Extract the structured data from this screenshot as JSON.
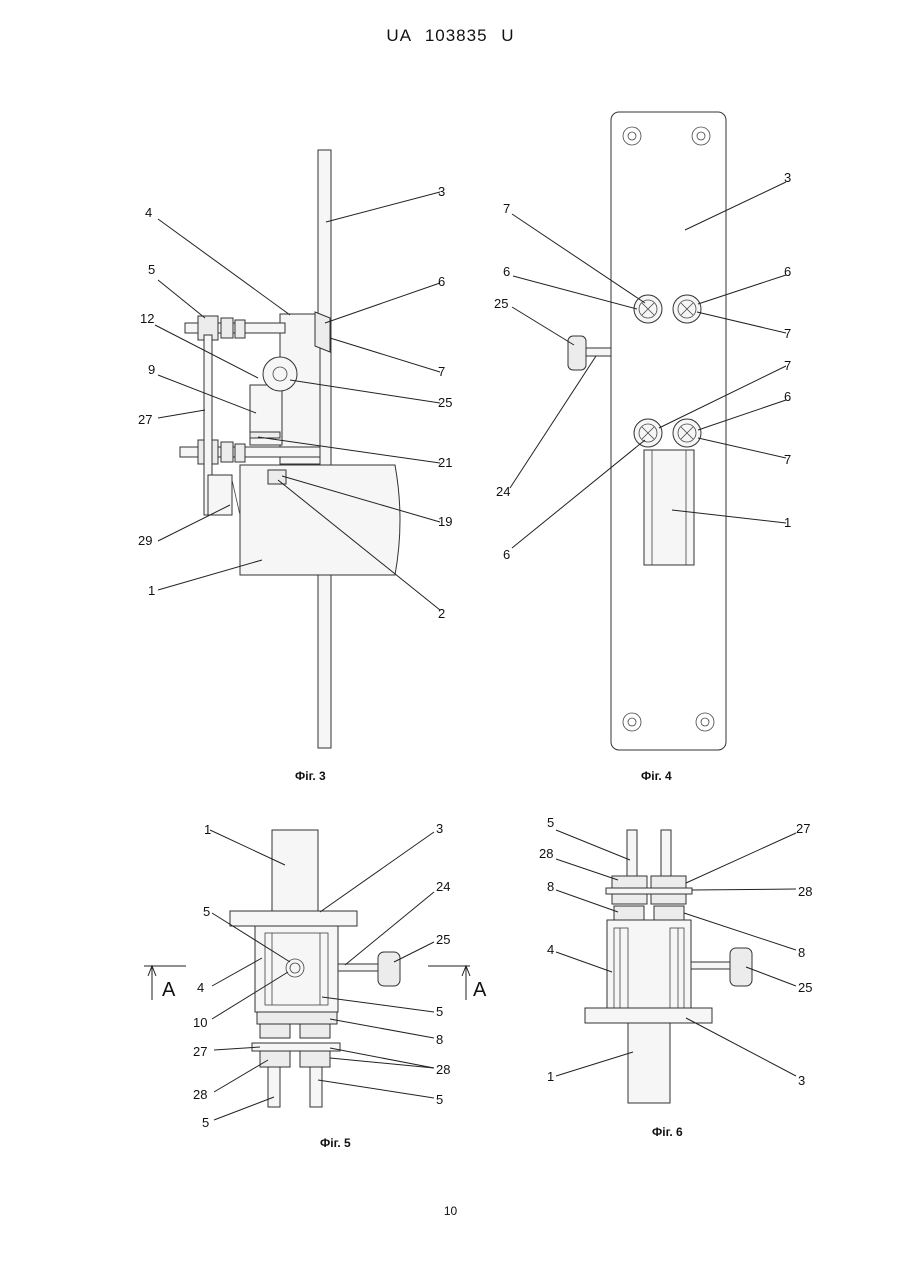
{
  "header": "UA 103835 U",
  "page_number": "10",
  "figures": {
    "fig3": {
      "caption": "Фіг. 3",
      "labels": [
        "3",
        "4",
        "6",
        "5",
        "12",
        "7",
        "9",
        "25",
        "27",
        "21",
        "19",
        "29",
        "1",
        "2"
      ]
    },
    "fig4": {
      "caption": "Фіг. 4",
      "labels": [
        "3",
        "7",
        "6",
        "6",
        "25",
        "7",
        "7",
        "6",
        "7",
        "24",
        "1",
        "6"
      ]
    },
    "fig5": {
      "caption": "Фіг. 5",
      "labels": [
        "1",
        "3",
        "24",
        "5",
        "25",
        "A",
        "4",
        "A",
        "10",
        "5",
        "8",
        "27",
        "28",
        "28",
        "5",
        "5"
      ]
    },
    "fig6": {
      "caption": "Фіг. 6",
      "labels": [
        "5",
        "27",
        "28",
        "28",
        "8",
        "8",
        "4",
        "25",
        "1",
        "3"
      ]
    }
  }
}
